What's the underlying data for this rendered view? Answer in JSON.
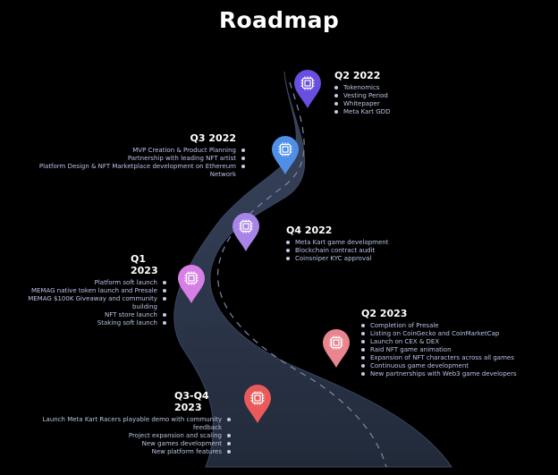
{
  "title": "Roadmap",
  "colors": {
    "background": "#000000",
    "road": "#2a3447",
    "road_edge": "#384358",
    "dash": "#7e8aa3",
    "text": "#b9c3e6",
    "pin_q2_2022": "#6a4ee0",
    "pin_q3_2022": "#4f8fe8",
    "pin_q4_2022": "#a984e8",
    "pin_q1_2023": "#d77fe6",
    "pin_q2_2023": "#ea8590",
    "pin_q3q4_2023": "#ea5a5a"
  },
  "pin_icon": "chip-icon",
  "milestones": {
    "q2_2022": {
      "label": "Q2 2022",
      "items": [
        "Tokenomics",
        "Vesting Period",
        "Whitepaper",
        "Meta Kart GDD"
      ]
    },
    "q3_2022": {
      "label": "Q3 2022",
      "items": [
        "MVP Creation & Product Planning",
        "Partnership with leading NFT artist",
        "Platform Design & NFT Marketplace development on Ethereum",
        "Network"
      ]
    },
    "q4_2022": {
      "label": "Q4 2022",
      "items": [
        "Meta Kart game development",
        "Blockchain contract audit",
        "Coinsniper KYC approval"
      ]
    },
    "q1_2023": {
      "label": "Q1 2023",
      "items": [
        "Platform soft launch",
        "MEMAG native token launch and Presale",
        "MEMAG $100K Giveaway and community",
        "building",
        "NFT store launch",
        "Staking soft launch"
      ]
    },
    "q2_2023": {
      "label": "Q2 2023",
      "items": [
        "Completion of Presale",
        "Listing on CoinGecko and CoinMarketCap",
        "Launch on CEX & DEX",
        "Raid NFT game animation",
        "Expansion of NFT characters across all games",
        "Continuous game development",
        "New partnerships with Web3 game developers"
      ]
    },
    "q3q4_2023": {
      "label": "Q3-Q4 2023",
      "items": [
        "Launch Meta Kart Racers playable demo with community",
        "feedback",
        "Project expansion and scaling",
        "New games development",
        "New platform features"
      ]
    }
  }
}
